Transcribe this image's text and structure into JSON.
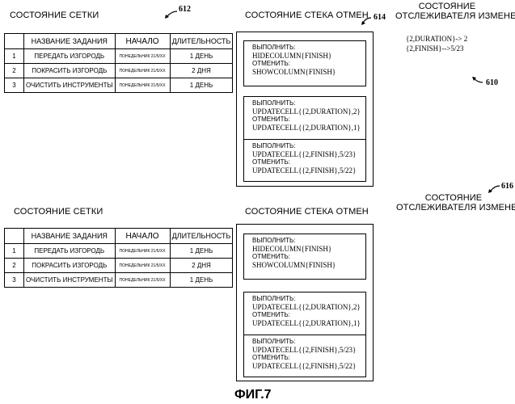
{
  "top": {
    "grid_title": "СОСТОЯНИЕ СЕТКИ",
    "grid_ref": "612",
    "stack_title": "СОСТОЯНИЕ СТЕКА ОТМЕН",
    "stack_ref": "614",
    "tracker_title_1": "СОСТОЯНИЕ",
    "tracker_title_2": "ОТСЛЕЖИВАТЕЛЯ ИЗМЕНЕНИЙ",
    "tracker_ref": "610",
    "tracker_entries": [
      "{2,DURATION}-> 2",
      "{2,FINISH}-->5/23"
    ]
  },
  "bottom": {
    "grid_title": "СОСТОЯНИЕ СЕТКИ",
    "stack_title": "СОСТОЯНИЕ СТЕКА ОТМЕН",
    "tracker_title_1": "СОСТОЯНИЕ",
    "tracker_title_2": "ОТСЛЕЖИВАТЕЛЯ ИЗМЕНЕНИЙ",
    "tracker_ref": "616"
  },
  "grid": {
    "headers": [
      "",
      "НАЗВАНИЕ ЗАДАНИЯ",
      "НАЧАЛО",
      "ДЛИТЕЛЬНОСТЬ"
    ],
    "rows": [
      [
        "1",
        "ПЕРЕДАТЬ ИЗГОРОДЬ",
        "ПОНЕДЕЛЬНИК 21/5/XX",
        "1 ДЕНЬ"
      ],
      [
        "2",
        "ПОКРАСИТЬ ИЗГОРОДЬ",
        "ПОНЕДЕЛЬНИК 21/5/XX",
        "2 ДНЯ"
      ],
      [
        "3",
        "ОЧИСТИТЬ ИНСТРУМЕНТЫ",
        "ПОНЕДЕЛЬНИК 21/5/XX",
        "1 ДЕНЬ"
      ]
    ]
  },
  "stack": {
    "do_label": "ВЫПОЛНИТЬ:",
    "undo_label": "ОТМЕНИТЬ:",
    "op1": {
      "do": "HIDECOLUMN{FINISH}",
      "undo": "SHOWCOLUMN{FINISH}"
    },
    "op2": {
      "do": "UPDATECELL{{2,DURATION},2}",
      "undo": "UPDATECELL{{2,DURATION},1}"
    },
    "op3": {
      "do": "UPDATECELL{{2,FINISH},5/23}",
      "undo": "UPDATECELL{{2,FINISH},5/22}"
    }
  },
  "caption": "ФИГ.7"
}
